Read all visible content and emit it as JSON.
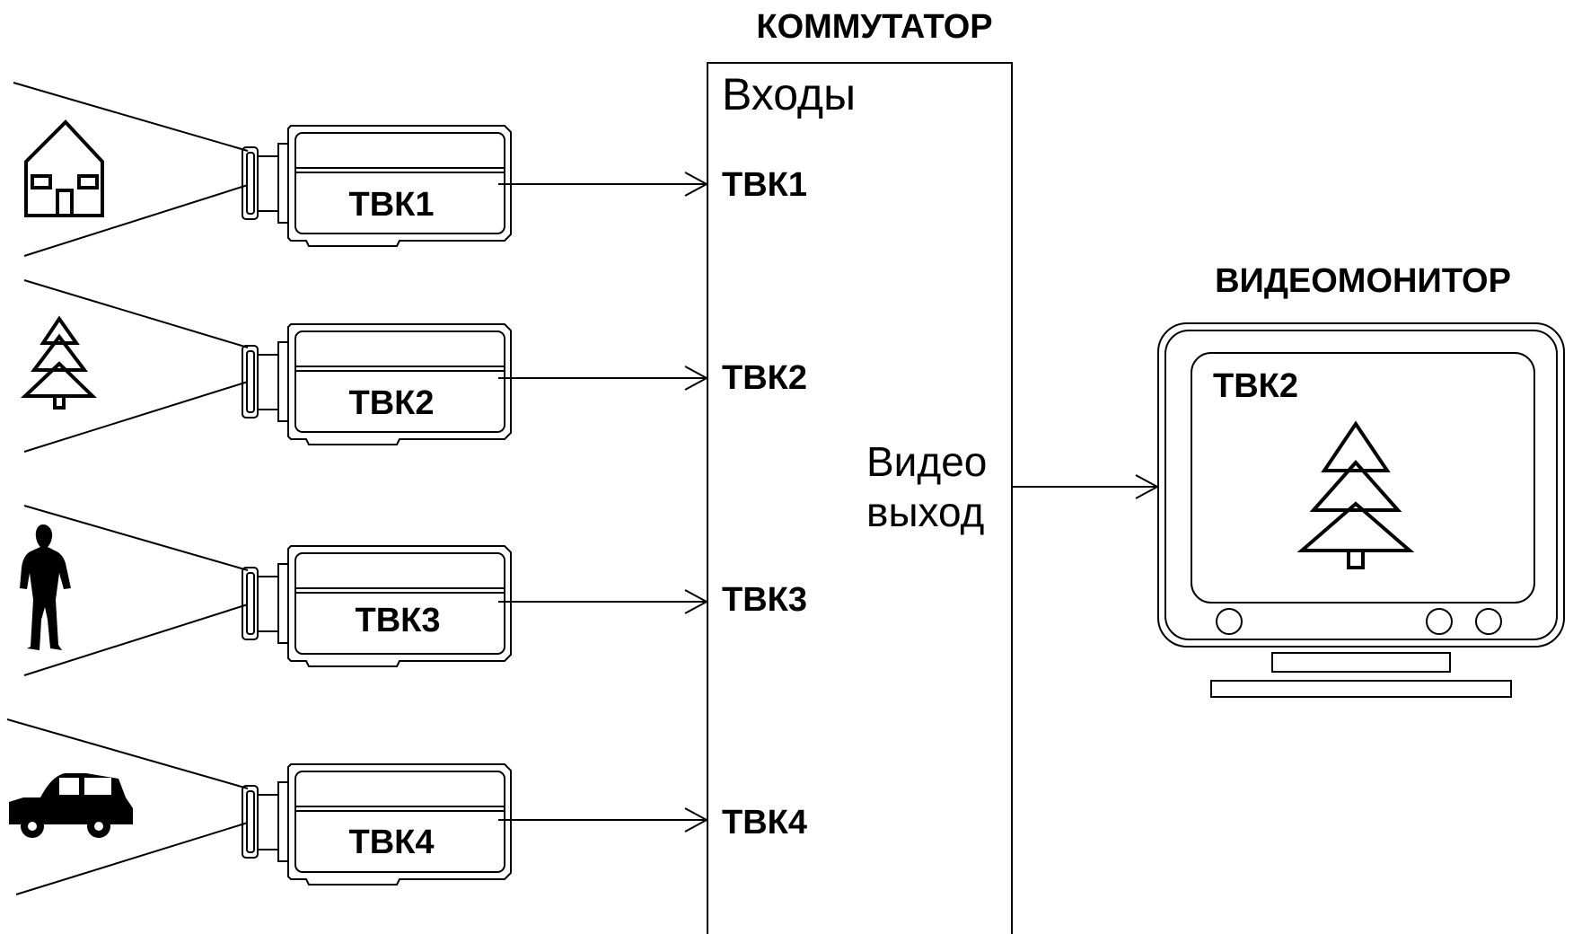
{
  "switcher": {
    "title": "КОММУТАТОР",
    "inputs_label": "Входы",
    "inputs": [
      "ТВК1",
      "ТВК2",
      "ТВК3",
      "ТВК4"
    ],
    "output_label_line1": "Видео",
    "output_label_line2": "выход"
  },
  "cameras": [
    {
      "label": "ТВК1",
      "subject": "house-icon"
    },
    {
      "label": "ТВК2",
      "subject": "tree-icon"
    },
    {
      "label": "ТВК3",
      "subject": "person-icon"
    },
    {
      "label": "ТВК4",
      "subject": "car-icon"
    }
  ],
  "monitor": {
    "title": "ВИДЕОМОНИТОР",
    "channel": "ТВК2",
    "shown_subject": "tree-icon"
  }
}
